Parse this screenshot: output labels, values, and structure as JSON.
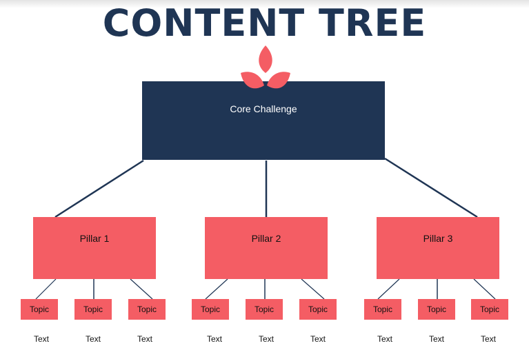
{
  "title": "CONTENT TREE",
  "colors": {
    "navy": "#1f3554",
    "coral": "#f45d64",
    "text": "#111111",
    "background": "#ffffff"
  },
  "icons": {
    "logo": "three-petal-lotus-icon"
  },
  "core": {
    "label": "Core Challenge"
  },
  "pillars": [
    {
      "label": "Pillar 1",
      "topics": [
        {
          "label": "Topic",
          "text": "Text"
        },
        {
          "label": "Topic",
          "text": "Text"
        },
        {
          "label": "Topic",
          "text": "Text"
        }
      ]
    },
    {
      "label": "Pillar 2",
      "topics": [
        {
          "label": "Topic",
          "text": "Text"
        },
        {
          "label": "Topic",
          "text": "Text"
        },
        {
          "label": "Topic",
          "text": "Text"
        }
      ]
    },
    {
      "label": "Pillar 3",
      "topics": [
        {
          "label": "Topic",
          "text": "Text"
        },
        {
          "label": "Topic",
          "text": "Text"
        },
        {
          "label": "Topic",
          "text": "Text"
        }
      ]
    }
  ]
}
